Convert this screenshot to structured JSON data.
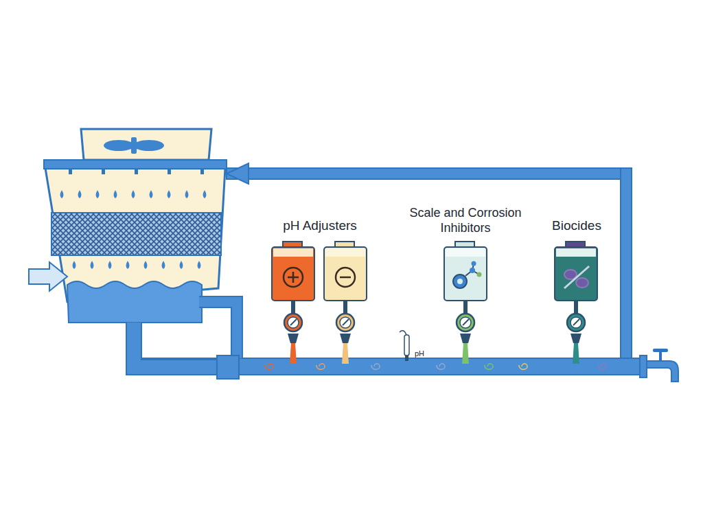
{
  "diagram": {
    "labels": [
      "pH Adjusters",
      "Scale and Corrosion Inhibitors",
      "Biocides",
      "pH"
    ]
  }
}
